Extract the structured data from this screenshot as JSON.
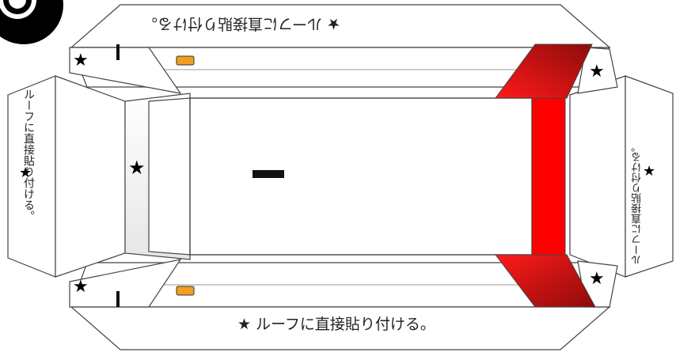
{
  "labels": {
    "top": "★ ルーフに直接貼り付ける。",
    "bottom": "★ ルーフに直接貼り付ける。",
    "left": "ルーフに直接貼り付ける。",
    "right": "ルーフに直接貼り付ける。"
  },
  "colors": {
    "accent": "#ee0000",
    "dark_accent": "#991010",
    "line": "#444444",
    "light": "#f4f4f4",
    "light_indicator": "#f0a020"
  },
  "icons": [
    "tire-icon",
    "star-icon",
    "amber-light-icon"
  ]
}
